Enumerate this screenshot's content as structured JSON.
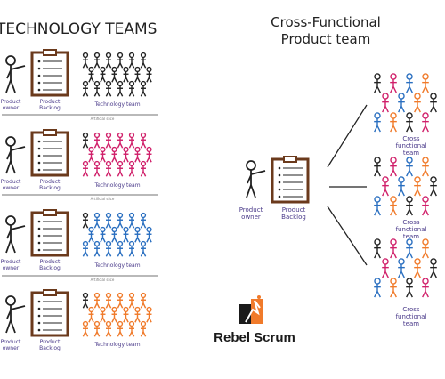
{
  "left_title": "TECHNOLOGY TEAMS",
  "right_title_line1": "Cross-Functional",
  "right_title_line2": "Product team",
  "product_owner_line1": "Product",
  "product_owner_line2": "owner",
  "product_backlog_line1": "Product",
  "product_backlog_line2": "Backlog",
  "technology_team": "Technology team",
  "artificial_slice": "Artificial slice",
  "cross_line1": "Cross",
  "cross_line2": "functional",
  "cross_line3": "team",
  "brand": "Rebel Scrum",
  "colors": {
    "black": "#222222",
    "pink": "#d0206a",
    "blue": "#2a6fc0",
    "orange": "#f07a2a",
    "purple_label": "#4a3a8a",
    "clipboard_brown": "#6b3a1c"
  }
}
